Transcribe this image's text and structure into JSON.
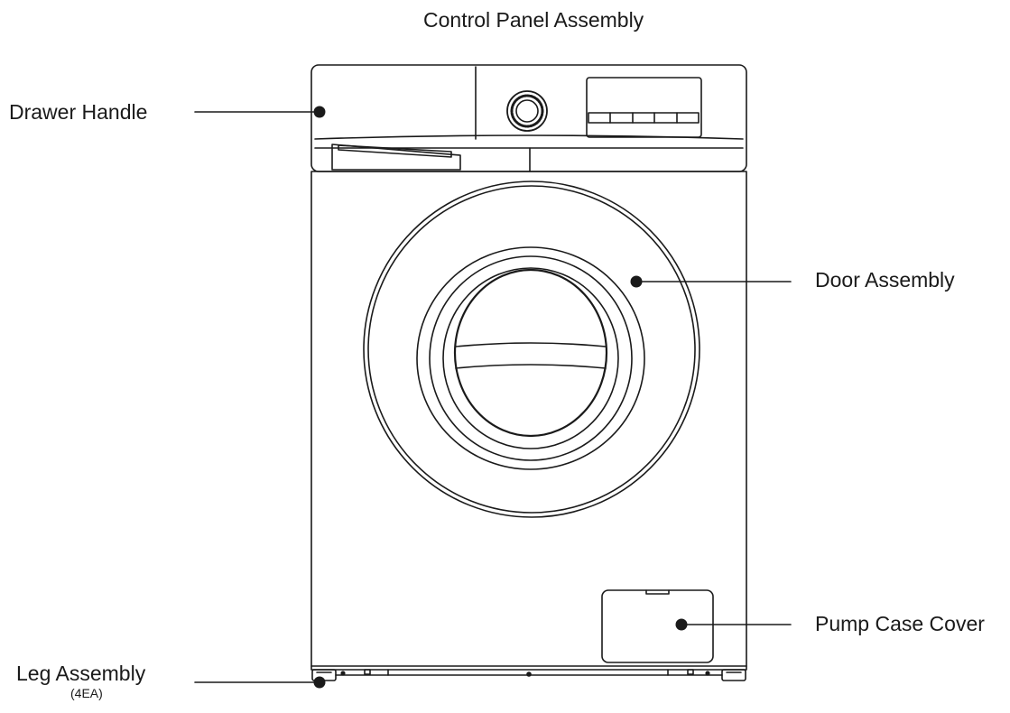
{
  "labels": {
    "control_panel": "Control Panel Assembly",
    "drawer_handle": "Drawer Handle",
    "door": "Door Assembly",
    "pump_case": "Pump Case Cover",
    "leg": "Leg Assembly",
    "leg_qty": "(4EA)"
  },
  "colors": {
    "line": "#1a1a1a",
    "background": "#ffffff"
  }
}
